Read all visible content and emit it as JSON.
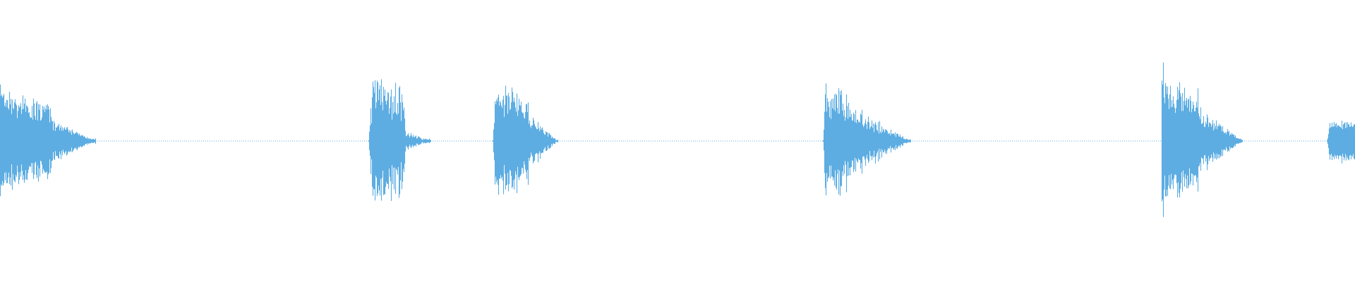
{
  "waveform": {
    "color": "#5DADE2",
    "background": "#FFFFFF",
    "silence_style": "dotted-baseline",
    "bursts": [
      {
        "shape": "tail-fade",
        "peak": 0.78,
        "flicker": 0.55
      },
      {
        "shape": "plateau",
        "peak": 0.88,
        "flicker": 0.7
      },
      {
        "shape": "plateau-decay",
        "peak": 0.82,
        "flicker": 0.6
      },
      {
        "shape": "sharp-decay",
        "peak": 0.85,
        "flicker": 0.65
      },
      {
        "shape": "spike-decay",
        "peak": 0.98,
        "flicker": 0.55
      },
      {
        "shape": "cut-off",
        "peak": 0.28,
        "flicker": 0.4
      }
    ]
  }
}
